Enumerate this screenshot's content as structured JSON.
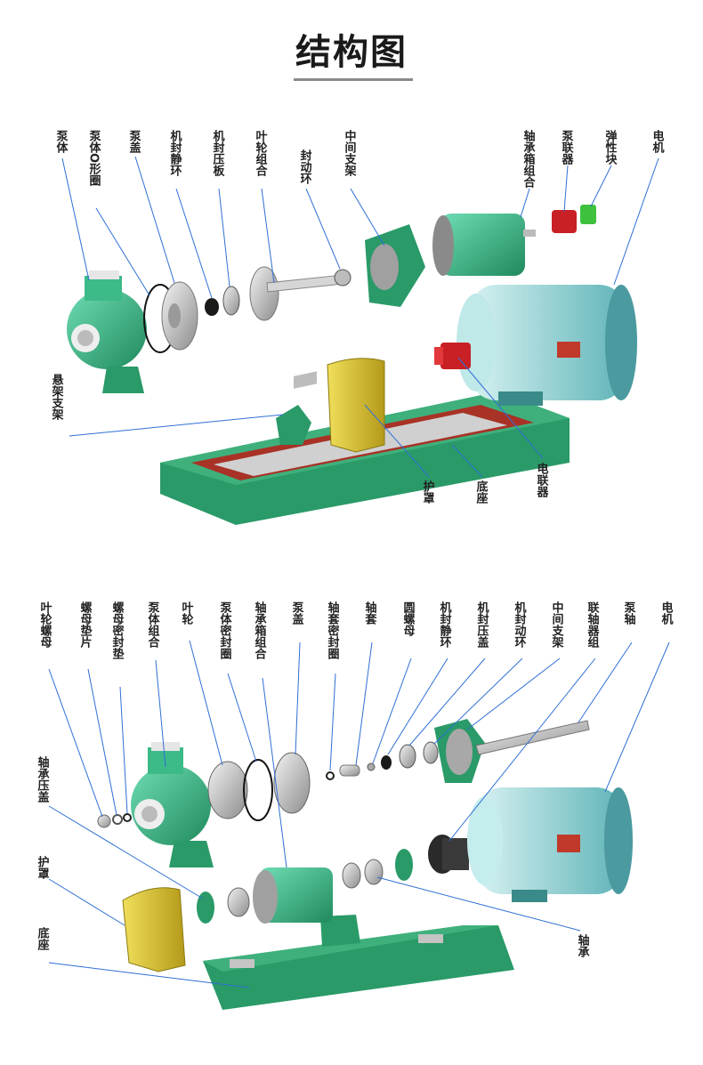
{
  "title": "结构图",
  "top_labels": [
    {
      "id": "pump-body",
      "text": "泵体"
    },
    {
      "id": "pump-body-oring",
      "text": "泵体O形圈"
    },
    {
      "id": "pump-cover",
      "text": "泵盖"
    },
    {
      "id": "mech-seal-static-ring",
      "text": "机封静环"
    },
    {
      "id": "mech-seal-gland",
      "text": "机封压板"
    },
    {
      "id": "impeller-assembly",
      "text": "叶轮组合"
    },
    {
      "id": "seal-rotating-ring",
      "text": "封动环"
    },
    {
      "id": "middle-bracket",
      "text": "中间支架"
    },
    {
      "id": "bearing-box-assembly",
      "text": "轴承箱组合"
    },
    {
      "id": "pump-coupling",
      "text": "泵联器"
    },
    {
      "id": "elastic-block",
      "text": "弹性块"
    },
    {
      "id": "motor",
      "text": "电机"
    },
    {
      "id": "suspension-bracket",
      "text": "悬架支架"
    },
    {
      "id": "guard",
      "text": "护罩"
    },
    {
      "id": "base",
      "text": "底座"
    },
    {
      "id": "motor-coupling",
      "text": "电联器"
    }
  ],
  "bottom_labels": [
    {
      "id": "impeller-nut",
      "text": "叶轮螺母"
    },
    {
      "id": "nut-washer",
      "text": "螺母垫片"
    },
    {
      "id": "nut-seal-gasket",
      "text": "螺母密封垫"
    },
    {
      "id": "pump-body-assembly",
      "text": "泵体组合"
    },
    {
      "id": "impeller",
      "text": "叶轮"
    },
    {
      "id": "pump-body-seal-ring",
      "text": "泵体密封圈"
    },
    {
      "id": "bearing-box-assembly-2",
      "text": "轴承箱组合"
    },
    {
      "id": "pump-cover-2",
      "text": "泵盖"
    },
    {
      "id": "shaft-sleeve-seal-ring",
      "text": "轴套密封圈"
    },
    {
      "id": "shaft-sleeve",
      "text": "轴套"
    },
    {
      "id": "round-nut",
      "text": "圆螺母"
    },
    {
      "id": "mech-seal-static-ring-2",
      "text": "机封静环"
    },
    {
      "id": "mech-seal-gland-2",
      "text": "机封压盖"
    },
    {
      "id": "mech-seal-rotating-ring",
      "text": "机封动环"
    },
    {
      "id": "middle-bracket-2",
      "text": "中间支架"
    },
    {
      "id": "coupling-assembly",
      "text": "联轴器组"
    },
    {
      "id": "pump-shaft",
      "text": "泵轴"
    },
    {
      "id": "motor-2",
      "text": "电机"
    },
    {
      "id": "bearing-gland",
      "text": "轴承压盖"
    },
    {
      "id": "guard-2",
      "text": "护罩"
    },
    {
      "id": "base-2",
      "text": "底座"
    },
    {
      "id": "bearing",
      "text": "轴承"
    }
  ],
  "colors": {
    "pump_green": "#2fa070",
    "pump_light": "#5fd0a8",
    "motor_cyan": "#8fd6d6",
    "guard_yellow": "#d8c23a",
    "coupling_red": "#d8262a",
    "elastic_green": "#3ec23e",
    "rubber_red": "#b83a2a",
    "metal_grey": "#c4c4c4",
    "leader_blue": "#2f6fd6"
  }
}
